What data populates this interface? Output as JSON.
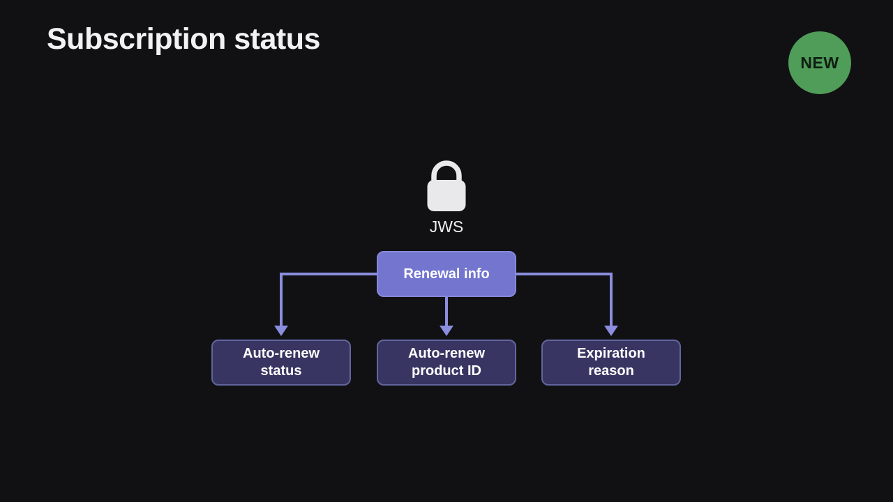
{
  "slide": {
    "title": "Subscription status",
    "badge": {
      "label": "NEW"
    }
  },
  "diagram": {
    "source": {
      "icon": "lock-icon",
      "label": "JWS"
    },
    "root": {
      "label": "Renewal info"
    },
    "children": [
      {
        "lines": [
          "Auto-renew",
          "status"
        ]
      },
      {
        "lines": [
          "Auto-renew",
          "product ID"
        ]
      },
      {
        "lines": [
          "Expiration",
          "reason"
        ]
      }
    ]
  },
  "colors": {
    "background": "#111113",
    "title_text": "#f2f2f4",
    "badge_green": "#4f9d58",
    "badge_text": "#0f1d12",
    "lock_white": "#e9e9eb",
    "root_fill": "#7375cf",
    "root_border": "#8789dc",
    "child_fill": "#383562",
    "child_border": "#63659e",
    "connector": "#8b8ede",
    "node_text": "#ffffff"
  }
}
